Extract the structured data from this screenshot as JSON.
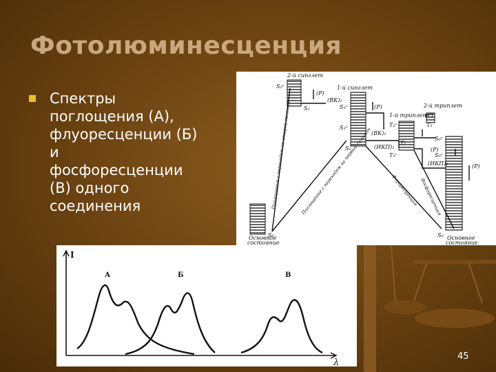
{
  "slide": {
    "title": "Фотолюминесценция",
    "body": "Спектры\nпоглощения (А),\nфлуоресценции (Б)\nи\nфосфоресценции\n(В) одного\nсоединения",
    "page_number": "45"
  },
  "colors": {
    "title": "#c9a880",
    "bullet": "#e8c22a",
    "text": "#ffffff"
  },
  "jablonski": {
    "singlet2_label": "2-й синглет",
    "singlet1_label": "1-й синглет",
    "triplet1_label": "1-й триплет",
    "triplet2_label": "2-й триплет",
    "ground_left_l1": "Основное",
    "ground_left_l2": "состояние",
    "ground_right_l1": "Основное",
    "ground_right_l2": "состояние",
    "s0_left": "S₀",
    "s0_right": "S₀",
    "s2": "S₂",
    "s2v": "S₂ᵛ",
    "s1": "S₁",
    "s1v": "S₁ᵛ",
    "s1v2": "S₁ᵛ",
    "t1": "T₁",
    "t1v": "T₁ᵛ",
    "t1v2": "T₁ᵛ",
    "t2": "T₂",
    "s0v": "S₀ᵛ",
    "s0v2": "S₀ᵛ",
    "p1": "(P)",
    "p2": "(P)",
    "p3": "(P)",
    "p4": "(P)",
    "p5": "(P)",
    "vk2": "(ВК)₂",
    "vk1": "(ВК)₁",
    "ikp1": "(ИКП)₁",
    "ikp2": "(ИКП)₂",
    "abs2": "Поглощение с переходом на второй синглет",
    "abs1": "Поглощение с переходом на первый синглет",
    "fluor": "Флуоресценция",
    "phosph": "Фосфоресценция"
  },
  "spectra": {
    "y_axis": "I",
    "x_axis": "λ",
    "label_a": "А",
    "label_b": "Б",
    "label_c": "В"
  }
}
